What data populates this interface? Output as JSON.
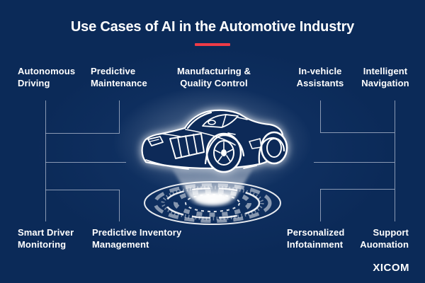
{
  "header": {
    "title": "Use Cases of AI in the Automotive Industry"
  },
  "use_cases": {
    "top": [
      {
        "id": "autonomous-driving",
        "text": "Autonomous\nDriving"
      },
      {
        "id": "predictive-maintenance",
        "text": "Predictive\nMaintenance"
      },
      {
        "id": "manufacturing-quality-control",
        "text": "Manufacturing &\nQuality Control"
      },
      {
        "id": "in-vehicle-assistants",
        "text": "In-vehicle\nAssistants"
      },
      {
        "id": "intelligent-navigation",
        "text": "Intelligent\nNavigation"
      }
    ],
    "bottom": [
      {
        "id": "smart-driver-monitoring",
        "text": "Smart Driver\nMonitoring"
      },
      {
        "id": "predictive-inventory-management",
        "text": "Predictive Inventory\nManagement"
      },
      {
        "id": "personalized-infotainment",
        "text": "Personalized\nInfotainment"
      },
      {
        "id": "support-auomation",
        "text": "Support\nAuomation"
      }
    ]
  },
  "center_illustration": {
    "icon": "car-hologram-icon"
  },
  "footer": {
    "logo": "XICOM"
  },
  "colors": {
    "background": "#0b2a58",
    "accent_red": "#ef3b47",
    "connector_line": "#a9b4c9",
    "text": "#ffffff"
  }
}
